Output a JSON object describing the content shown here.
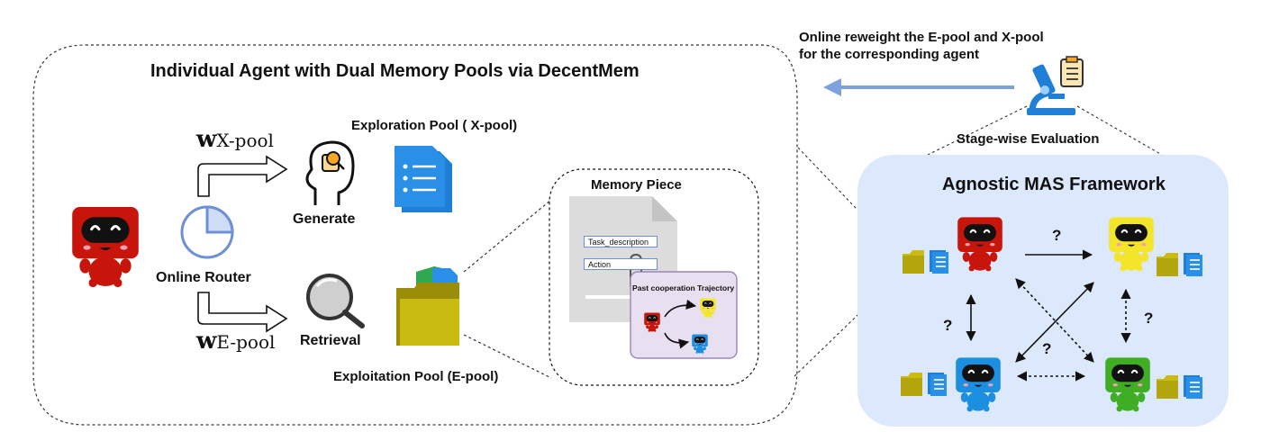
{
  "left_panel": {
    "title": "Individual Agent with Dual Memory Pools via DecentMem",
    "router_label": "Online Router",
    "weight_x": {
      "w": "w",
      "sub": "X-pool"
    },
    "weight_e": {
      "w": "w",
      "sub": "E-pool"
    },
    "generate_label": "Generate",
    "retrieval_label": "Retrieval",
    "x_pool_label": "Exploration Pool ( X-pool)",
    "e_pool_label": "Exploitation Pool (E-pool)"
  },
  "memory_piece": {
    "title": "Memory Piece",
    "field_task": "Task_description",
    "field_action": "Action",
    "trajectory_title": "Past cooperation Trajectory"
  },
  "right_panel": {
    "title": "Agnostic MAS Framework",
    "question_marks": [
      "?",
      "?",
      "?",
      "?"
    ]
  },
  "feedback": {
    "line1": "Online reweight the E-pool and X-pool",
    "line2": "for the corresponding agent",
    "evaluation_label": "Stage-wise Evaluation"
  },
  "colors": {
    "agent_red": "#c8150c",
    "agent_yellow": "#f2e52a",
    "agent_blue": "#1c8fe0",
    "agent_green": "#3fae24",
    "folder_olive": "#c9bb12",
    "doc_blue": "#1f7fd6",
    "mas_panel": "#dce8fb",
    "feedback_arrow": "#7ea2dc",
    "trajectory_panel": "#e8dff0"
  },
  "icons": [
    "robot-agent-icon",
    "pie-timer-icon",
    "head-idea-icon",
    "document-stack-icon",
    "magnifier-icon",
    "folder-icon",
    "microscope-icon",
    "clipboard-icon",
    "paperclip-icon"
  ]
}
